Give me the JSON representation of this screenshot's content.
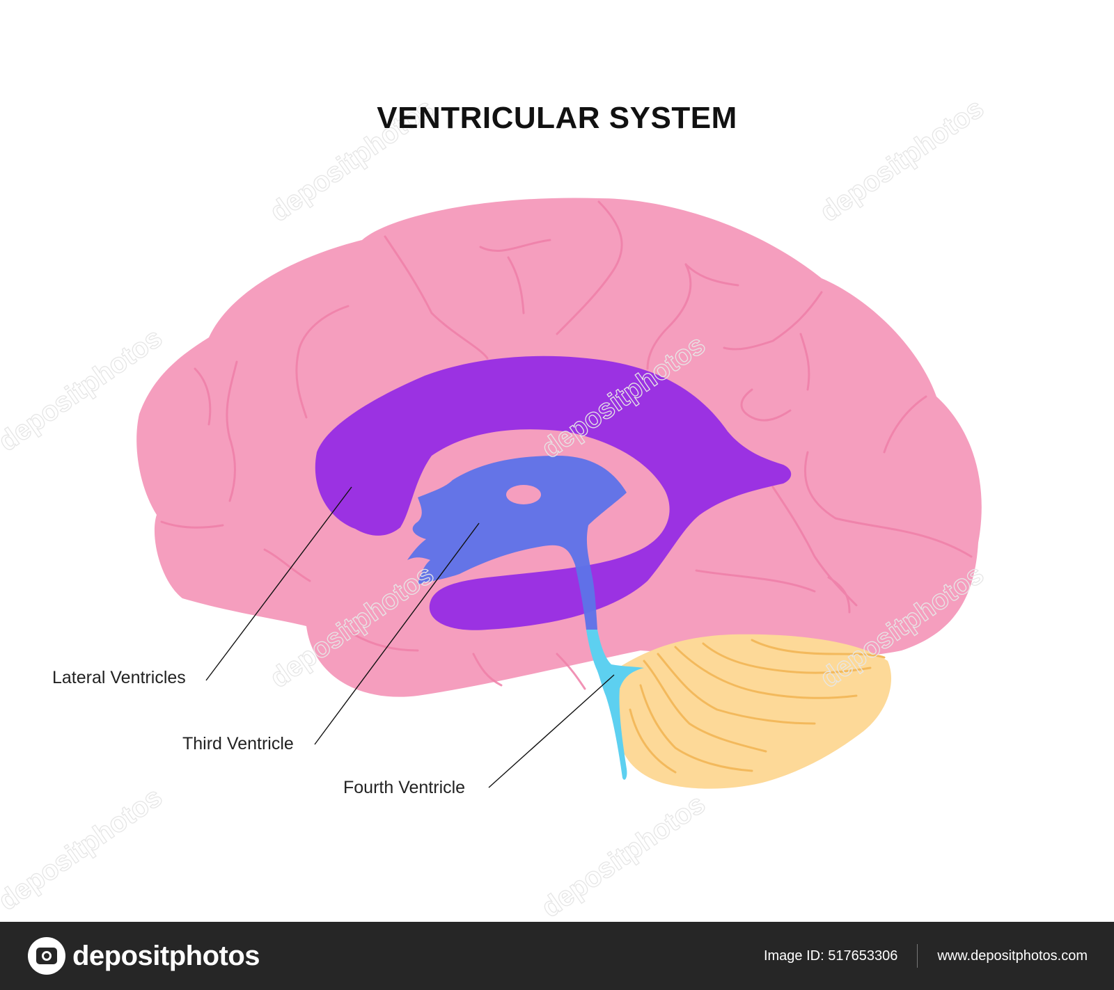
{
  "title": "VENTRICULAR SYSTEM",
  "labels": {
    "lateral": "Lateral Ventricles",
    "third": "Third Ventricle",
    "fourth": "Fourth Ventricle"
  },
  "watermark": "depositphotos",
  "footer": {
    "brand": "depositphotos",
    "image_id": "Image ID: 517653306",
    "url": "www.depositphotos.com"
  },
  "colors": {
    "cerebrum": "#f59ebe",
    "sulci": "#ef7fa8",
    "lateral_ventricles": "#9b32e2",
    "third_ventricle": "#5e72e8",
    "fourth_ventricle": "#5dd0f0",
    "cerebellum": "#fdd998",
    "cerebellum_folia": "#f3b95c",
    "footer_bg": "#262626"
  }
}
